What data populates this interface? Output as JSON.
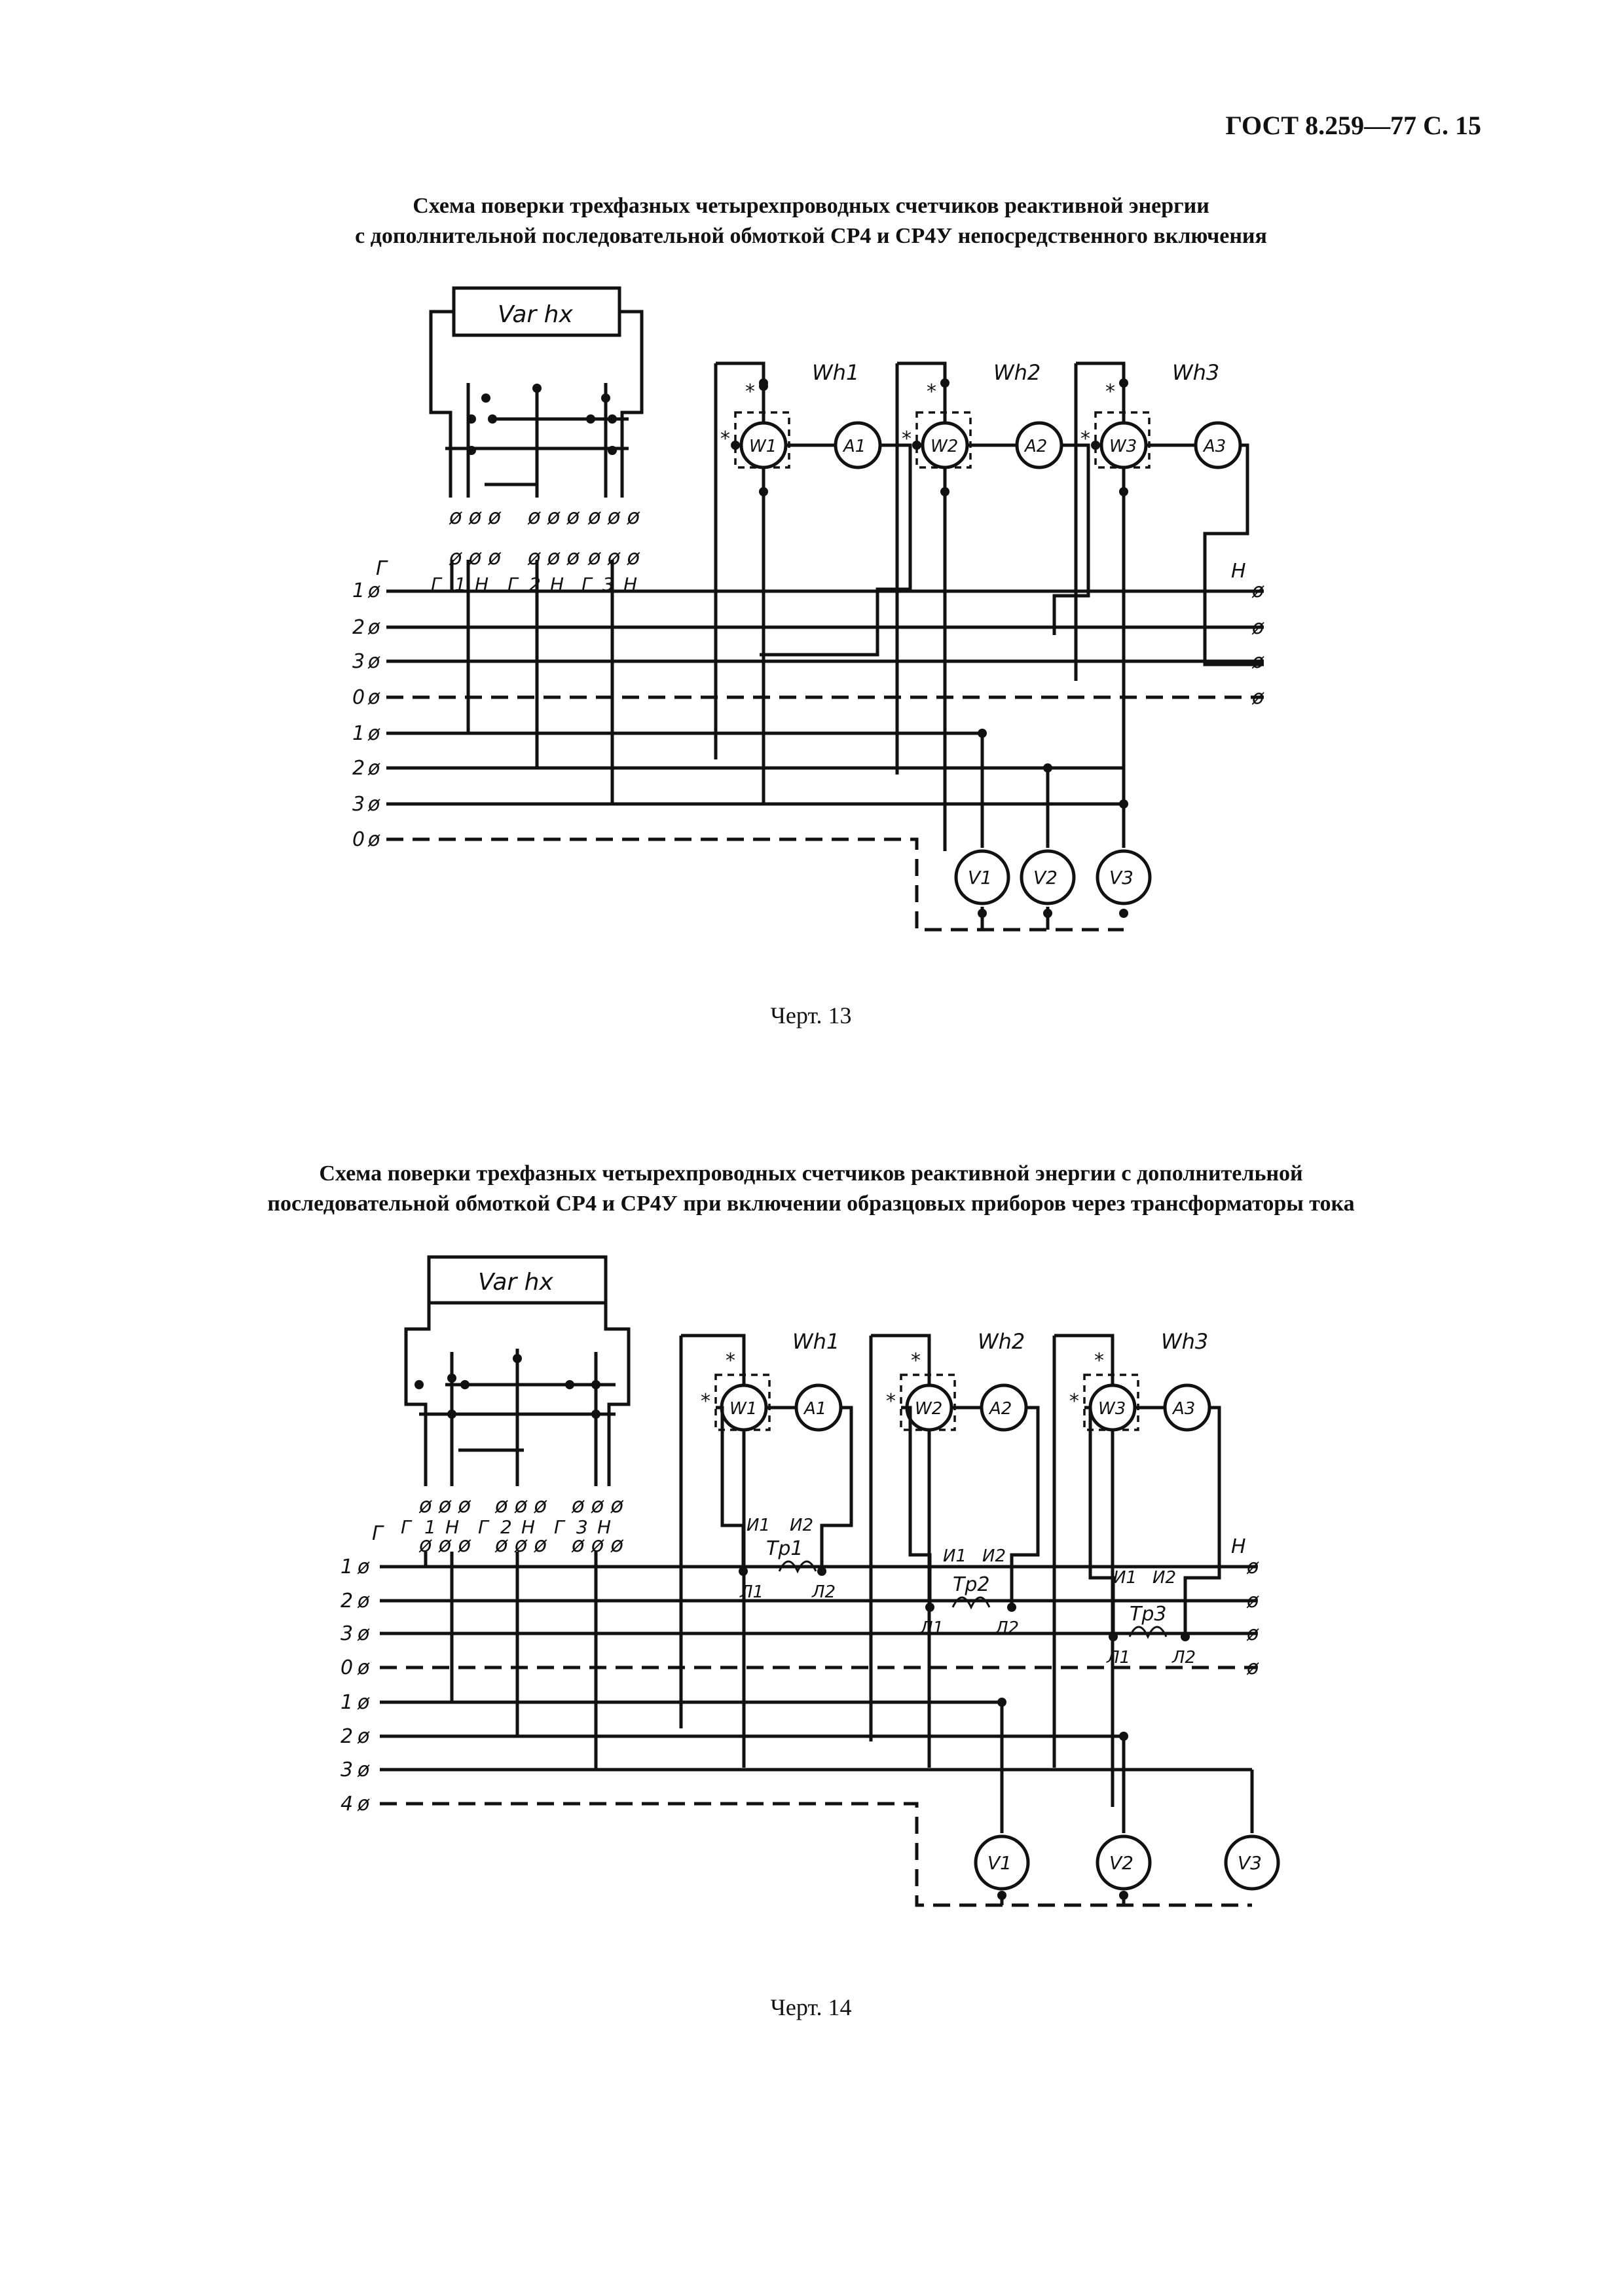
{
  "header": {
    "text": "ГОСТ 8.259—77 С. 15"
  },
  "figures": [
    {
      "title_lines": [
        "Схема поверки трехфазных четырехпроводных счетчиков реактивной энергии",
        "с дополнительной последовательной обмоткой СР4 и СР4У непосредственного включения"
      ],
      "caption": "Черт. 13",
      "varh_label": "Var hx",
      "meters": [
        {
          "wh": "Wh1",
          "w": "W1",
          "a": "A1"
        },
        {
          "wh": "Wh2",
          "w": "W2",
          "a": "A2"
        },
        {
          "wh": "Wh3",
          "w": "W3",
          "a": "A3"
        }
      ],
      "terminal_labels": [
        "Г",
        "1",
        "Н",
        "Г",
        "2",
        "Н",
        "Г",
        "3",
        "Н"
      ],
      "generator_label": "Г",
      "load_label": "Н",
      "line_labels": [
        "1",
        "2",
        "3",
        "0",
        "1",
        "2",
        "3",
        "0"
      ],
      "voltmeters": [
        "V1",
        "V2",
        "V3"
      ],
      "star": "*"
    },
    {
      "title_lines": [
        "Схема поверки трехфазных четырехпроводных счетчиков реактивной энергии с дополнительной",
        "последовательной обмоткой СР4 и СР4У при включении образцовых приборов через трансформаторы тока"
      ],
      "caption": "Черт. 14",
      "varh_label": "Var hx",
      "meters": [
        {
          "wh": "Wh1",
          "w": "W1",
          "a": "A1"
        },
        {
          "wh": "Wh2",
          "w": "W2",
          "a": "A2"
        },
        {
          "wh": "Wh3",
          "w": "W3",
          "a": "A3"
        }
      ],
      "terminal_labels": [
        "Г",
        "1",
        "Н",
        "Г",
        "2",
        "Н",
        "Г",
        "3",
        "Н"
      ],
      "generator_label": "Г",
      "load_label": "Н",
      "line_labels": [
        "1",
        "2",
        "3",
        "0",
        "1",
        "2",
        "3",
        "4"
      ],
      "voltmeters": [
        "V1",
        "V2",
        "V3"
      ],
      "transformers": [
        {
          "name": "Тр1",
          "i1": "И1",
          "i2": "И2",
          "l1": "Л1",
          "l2": "Л2"
        },
        {
          "name": "Тр2",
          "i1": "И1",
          "i2": "И2",
          "l1": "Л1",
          "l2": "Л2"
        },
        {
          "name": "Тр3",
          "i1": "И1",
          "i2": "И2",
          "l1": "Л1",
          "l2": "Л2"
        }
      ],
      "star": "*"
    }
  ]
}
